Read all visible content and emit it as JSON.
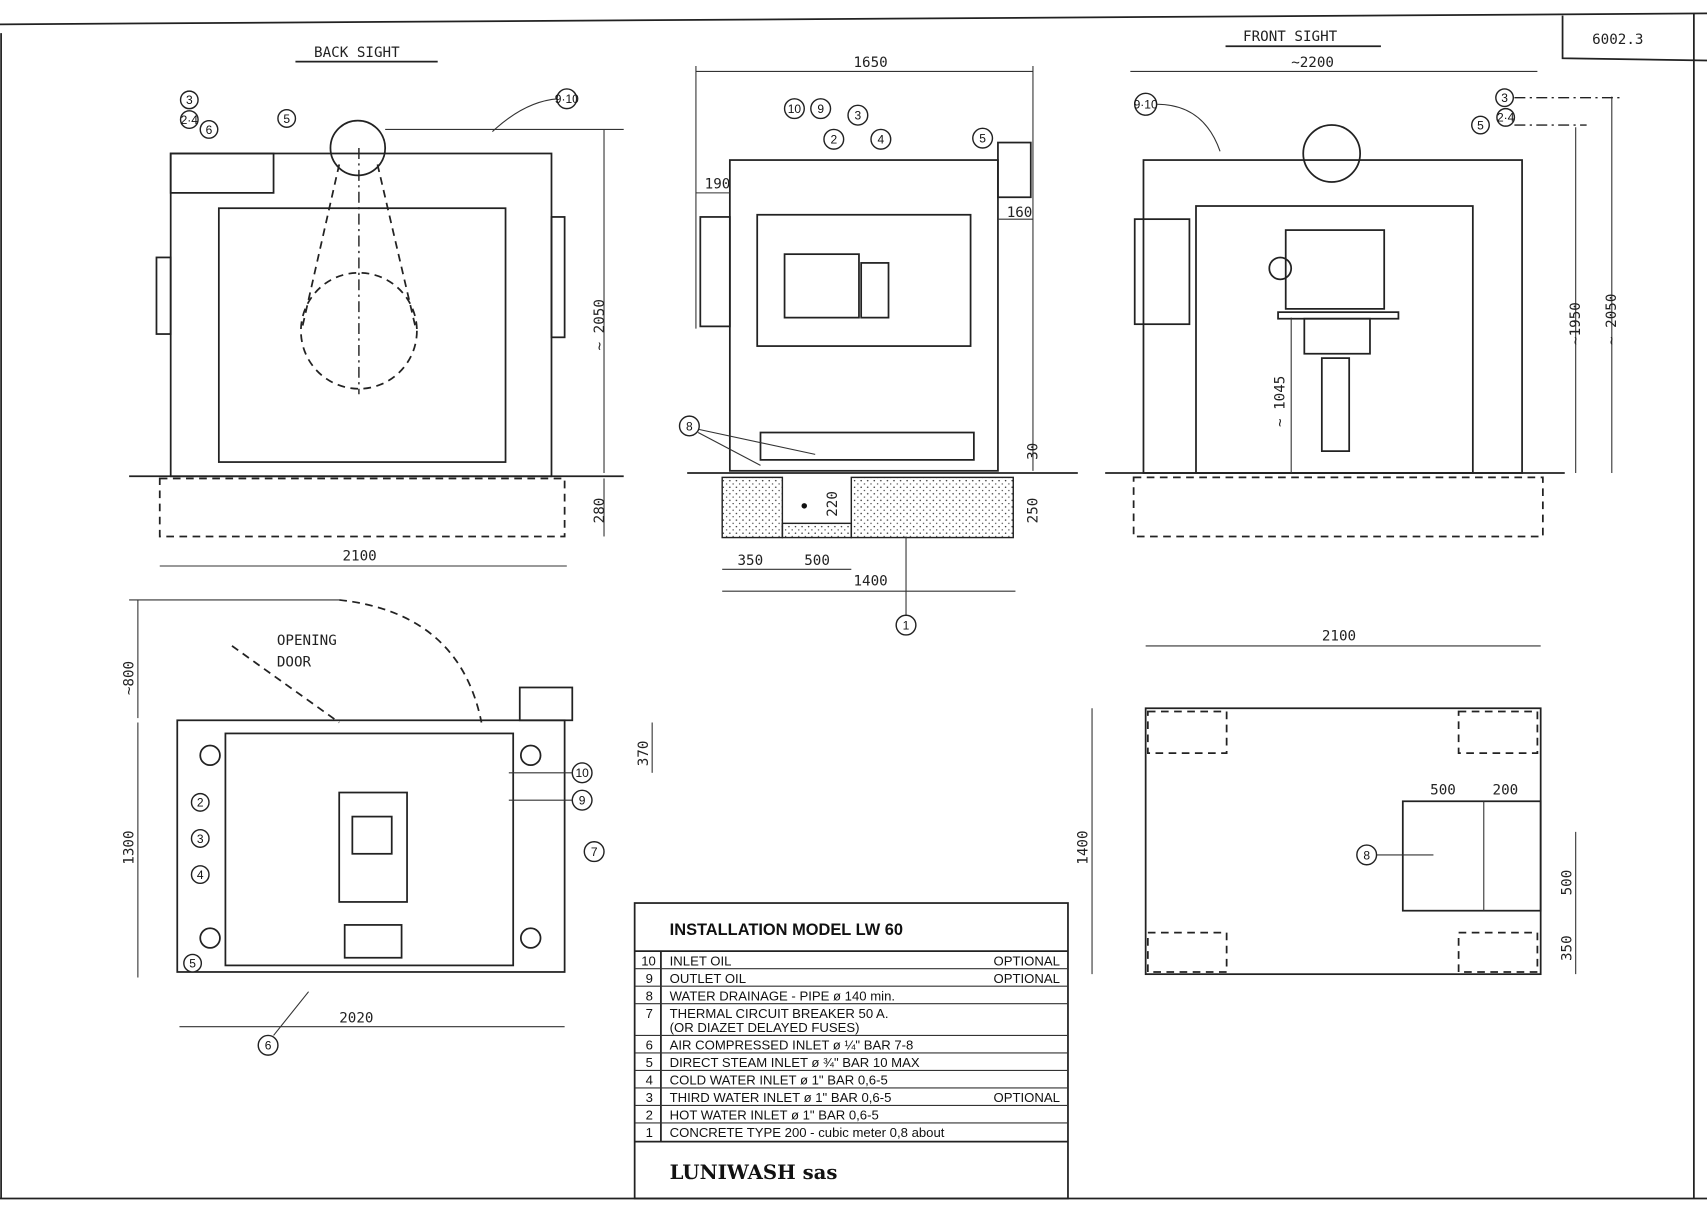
{
  "drawing_number": "6002.3",
  "views": {
    "back_sight": {
      "title": "BACK SIGHT",
      "width": "2100",
      "height": "~ 2050",
      "base": "280"
    },
    "side": {
      "width": "1650",
      "left_offset": "190",
      "right_offset": "160",
      "pad": "30",
      "pit_depth": "250",
      "drain_depth": "220",
      "pit_left": "350",
      "pit_mid": "500",
      "pit_total": "1400"
    },
    "front_sight": {
      "title": "FRONT SIGHT",
      "width": "~2200",
      "height_1": "~1950",
      "height_2": "~ 2050",
      "door_height": "~ 1045"
    },
    "plan": {
      "door_label_1": "OPENING",
      "door_label_2": "DOOR",
      "door_clearance": "~800",
      "depth": "1300",
      "offset": "370",
      "width": "2020"
    },
    "foundation": {
      "width": "2100",
      "depth": "1400",
      "drain_x": "500",
      "drain_x2": "200",
      "drain_y": "500",
      "drain_y2": "350"
    }
  },
  "callouts": {
    "c1": "1",
    "c2": "2",
    "c3": "3",
    "c4": "4",
    "c5": "5",
    "c6": "6",
    "c7": "7",
    "c8": "8",
    "c9": "9",
    "c10": "10",
    "c24": "2·4",
    "c910": "9·10"
  },
  "title_block": {
    "title": "INSTALLATION MODEL LW 60",
    "rows": [
      {
        "no": "10",
        "desc": "INLET OIL",
        "note": "OPTIONAL"
      },
      {
        "no": "9",
        "desc": "OUTLET OIL",
        "note": "OPTIONAL"
      },
      {
        "no": "8",
        "desc": "WATER DRAINAGE  -  PIPE  ø 140 min.",
        "note": ""
      },
      {
        "no": "7",
        "desc": "THERMAL CIRCUIT BREAKER  50 A.",
        "desc2": "(OR DIAZET DELAYED FUSES)",
        "note": ""
      },
      {
        "no": "6",
        "desc": "AIR COMPRESSED INLET   ø ¼\"    BAR  7-8",
        "note": ""
      },
      {
        "no": "5",
        "desc": "DIRECT STEAM INLET   ø ¾\"    BAR  10 MAX",
        "note": ""
      },
      {
        "no": "4",
        "desc": "COLD WATER INLET   ø 1\"    BAR  0,6-5",
        "note": ""
      },
      {
        "no": "3",
        "desc": "THIRD WATER INLET   ø 1\"    BAR  0,6-5",
        "note": "OPTIONAL"
      },
      {
        "no": "2",
        "desc": "HOT  WATER INLET   ø 1\"    BAR  0,6-5",
        "note": ""
      },
      {
        "no": "1",
        "desc": "CONCRETE TYPE  200  -  cubic meter 0,8 about",
        "note": ""
      }
    ],
    "company": "LUNIWASH sas"
  }
}
